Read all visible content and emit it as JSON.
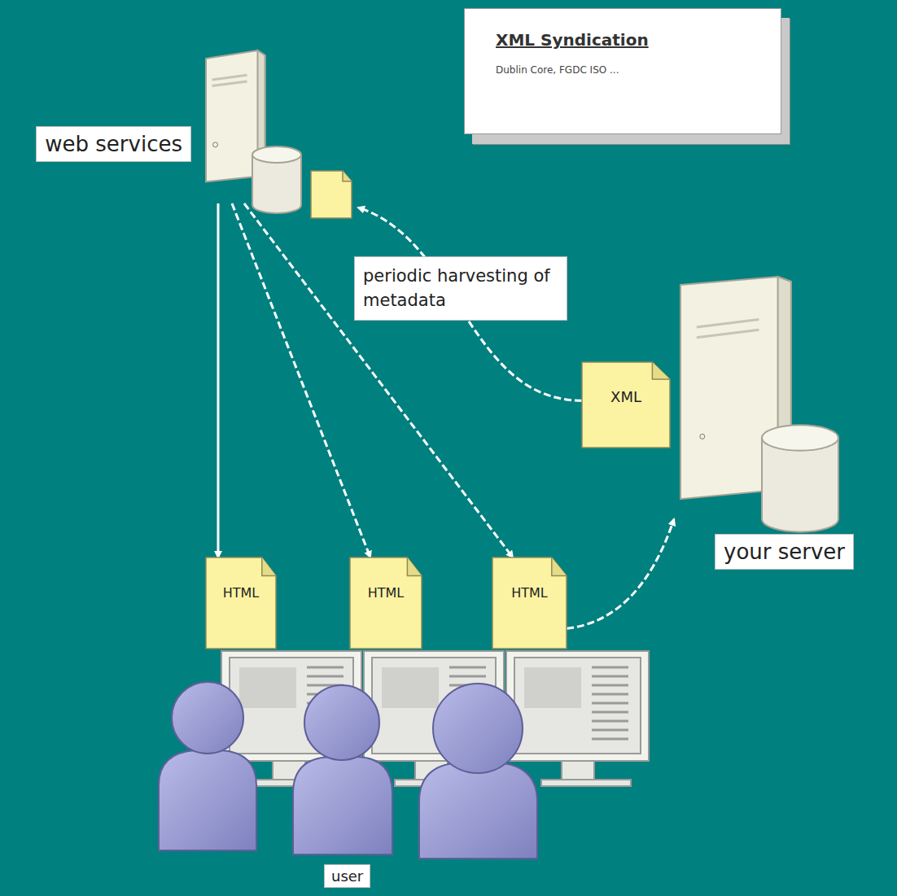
{
  "diagram": {
    "nodes": [
      {
        "text": [
          "XML Syndication",
          "Dublin Core, FGDC ISO ..."
        ]
      },
      {
        "text": [
          "web services"
        ]
      },
      {
        "text": [
          "XML"
        ]
      },
      {
        "text": [
          "your server"
        ]
      },
      {
        "text": [
          "HTML"
        ]
      },
      {
        "text": [
          "HTML"
        ]
      },
      {
        "text": [
          "HTML"
        ]
      },
      {
        "text": [
          "user"
        ]
      }
    ],
    "edges": [
      {
        "from": 1,
        "to": 4,
        "arrow": "to"
      },
      {
        "from": 1,
        "to": 5,
        "arrow": "to"
      },
      {
        "from": 1,
        "to": 6,
        "arrow": "to"
      },
      {
        "from": 6,
        "to": 3,
        "arrow": "to"
      },
      {
        "from": 2,
        "to": 1,
        "arrow": "to",
        "label": "periodic harvesting of metadata"
      }
    ]
  }
}
